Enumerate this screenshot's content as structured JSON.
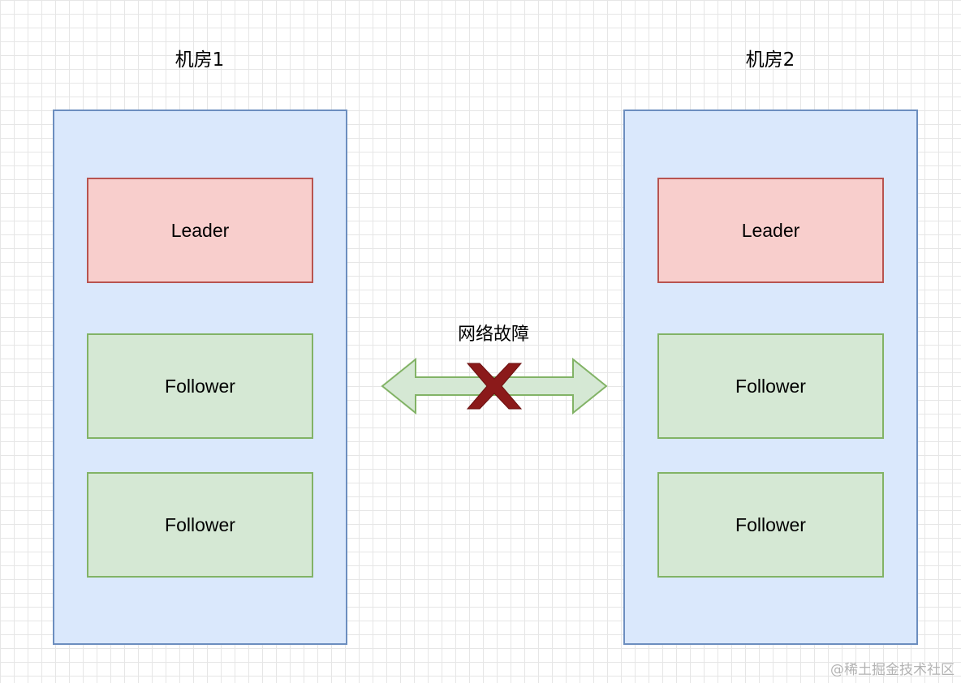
{
  "rooms": [
    {
      "title": "机房1",
      "nodes": {
        "leader": "Leader",
        "follower_1": "Follower",
        "follower_2": "Follower"
      }
    },
    {
      "title": "机房2",
      "nodes": {
        "leader": "Leader",
        "follower_1": "Follower",
        "follower_2": "Follower"
      }
    }
  ],
  "link": {
    "label": "网络故障",
    "status": "broken",
    "icon": "x-mark-icon"
  },
  "colors": {
    "room_fill": "#dae8fc",
    "room_border": "#6c8ebf",
    "leader_fill": "#f8cecc",
    "leader_border": "#b85450",
    "follower_fill": "#d5e8d4",
    "follower_border": "#82b366",
    "cross": "#8b1a1a"
  },
  "watermark": "@稀土掘金技术社区"
}
